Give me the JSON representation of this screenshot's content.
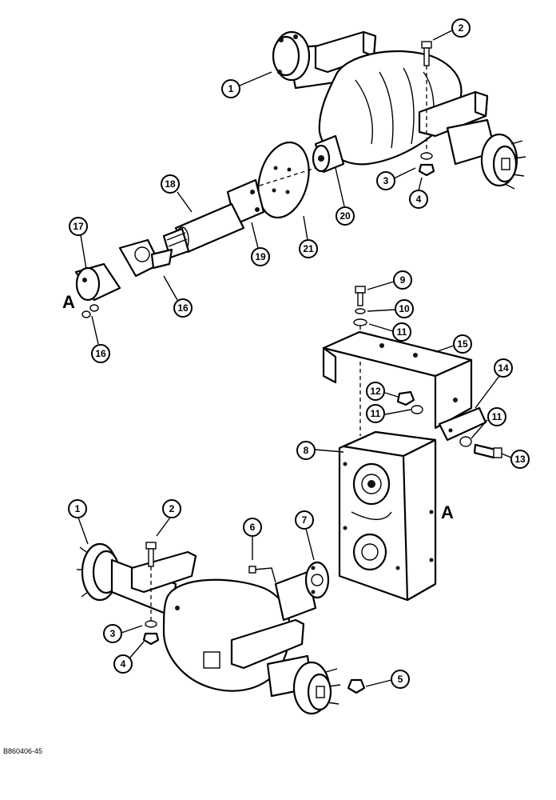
{
  "view_labels": {
    "left": "A",
    "right": "A"
  },
  "figure_id": "B860406-45",
  "callouts": [
    "1",
    "2",
    "3",
    "4",
    "20",
    "21",
    "19",
    "18",
    "17",
    "16",
    "16",
    "9",
    "10",
    "11",
    "15",
    "14",
    "12",
    "11",
    "11",
    "13",
    "8",
    "1",
    "2",
    "6",
    "7",
    "3",
    "4",
    "5"
  ]
}
